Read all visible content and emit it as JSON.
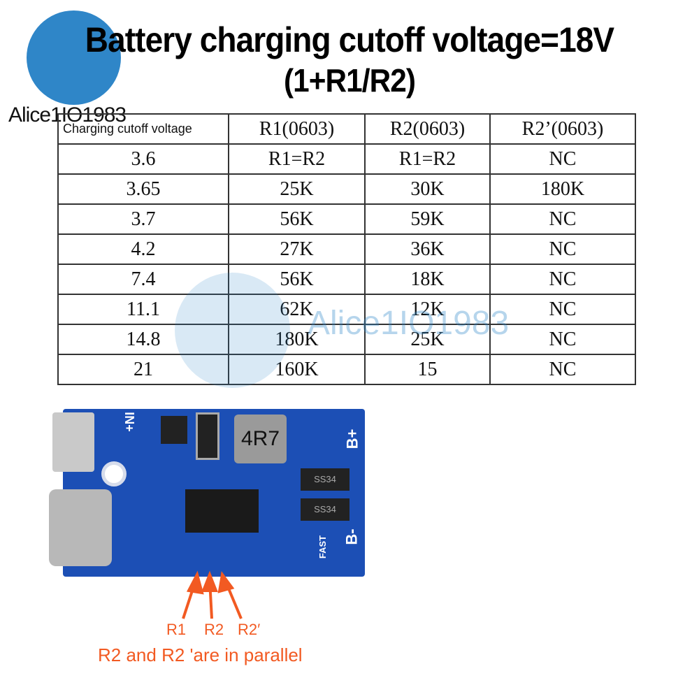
{
  "title_line1": "Battery charging cutoff voltage=18V",
  "title_line2": "(1+R1/R2)",
  "watermark": "Alice1IO1983",
  "table": {
    "headers": [
      "Charging cutoff voltage",
      "R1(0603)",
      "R2(0603)",
      "R2’(0603)"
    ],
    "rows": [
      [
        "3.6",
        "R1=R2",
        "R1=R2",
        "NC"
      ],
      [
        "3.65",
        "25K",
        "30K",
        "180K"
      ],
      [
        "3.7",
        "56K",
        "59K",
        "NC"
      ],
      [
        "4.2",
        "27K",
        "36K",
        "NC"
      ],
      [
        "7.4",
        "56K",
        "18K",
        "NC"
      ],
      [
        "11.1",
        "62K",
        "12K",
        "NC"
      ],
      [
        "14.8",
        "180K",
        "25K",
        "NC"
      ],
      [
        "21",
        "160K",
        "15",
        "NC"
      ]
    ]
  },
  "board": {
    "pin_in": "IN+",
    "pin_bplus": "B+",
    "pin_bminus": "B-",
    "inductor": "4R7",
    "diode": "SS34",
    "fast": "FAST"
  },
  "labels": {
    "r1": "R1",
    "r2": "R2",
    "r2p": "R2′"
  },
  "note": "R2 and R2 'are in parallel",
  "colors": {
    "accent": "#f25a22",
    "pcb": "#1c4fb5",
    "logo": "#2f86c8"
  }
}
